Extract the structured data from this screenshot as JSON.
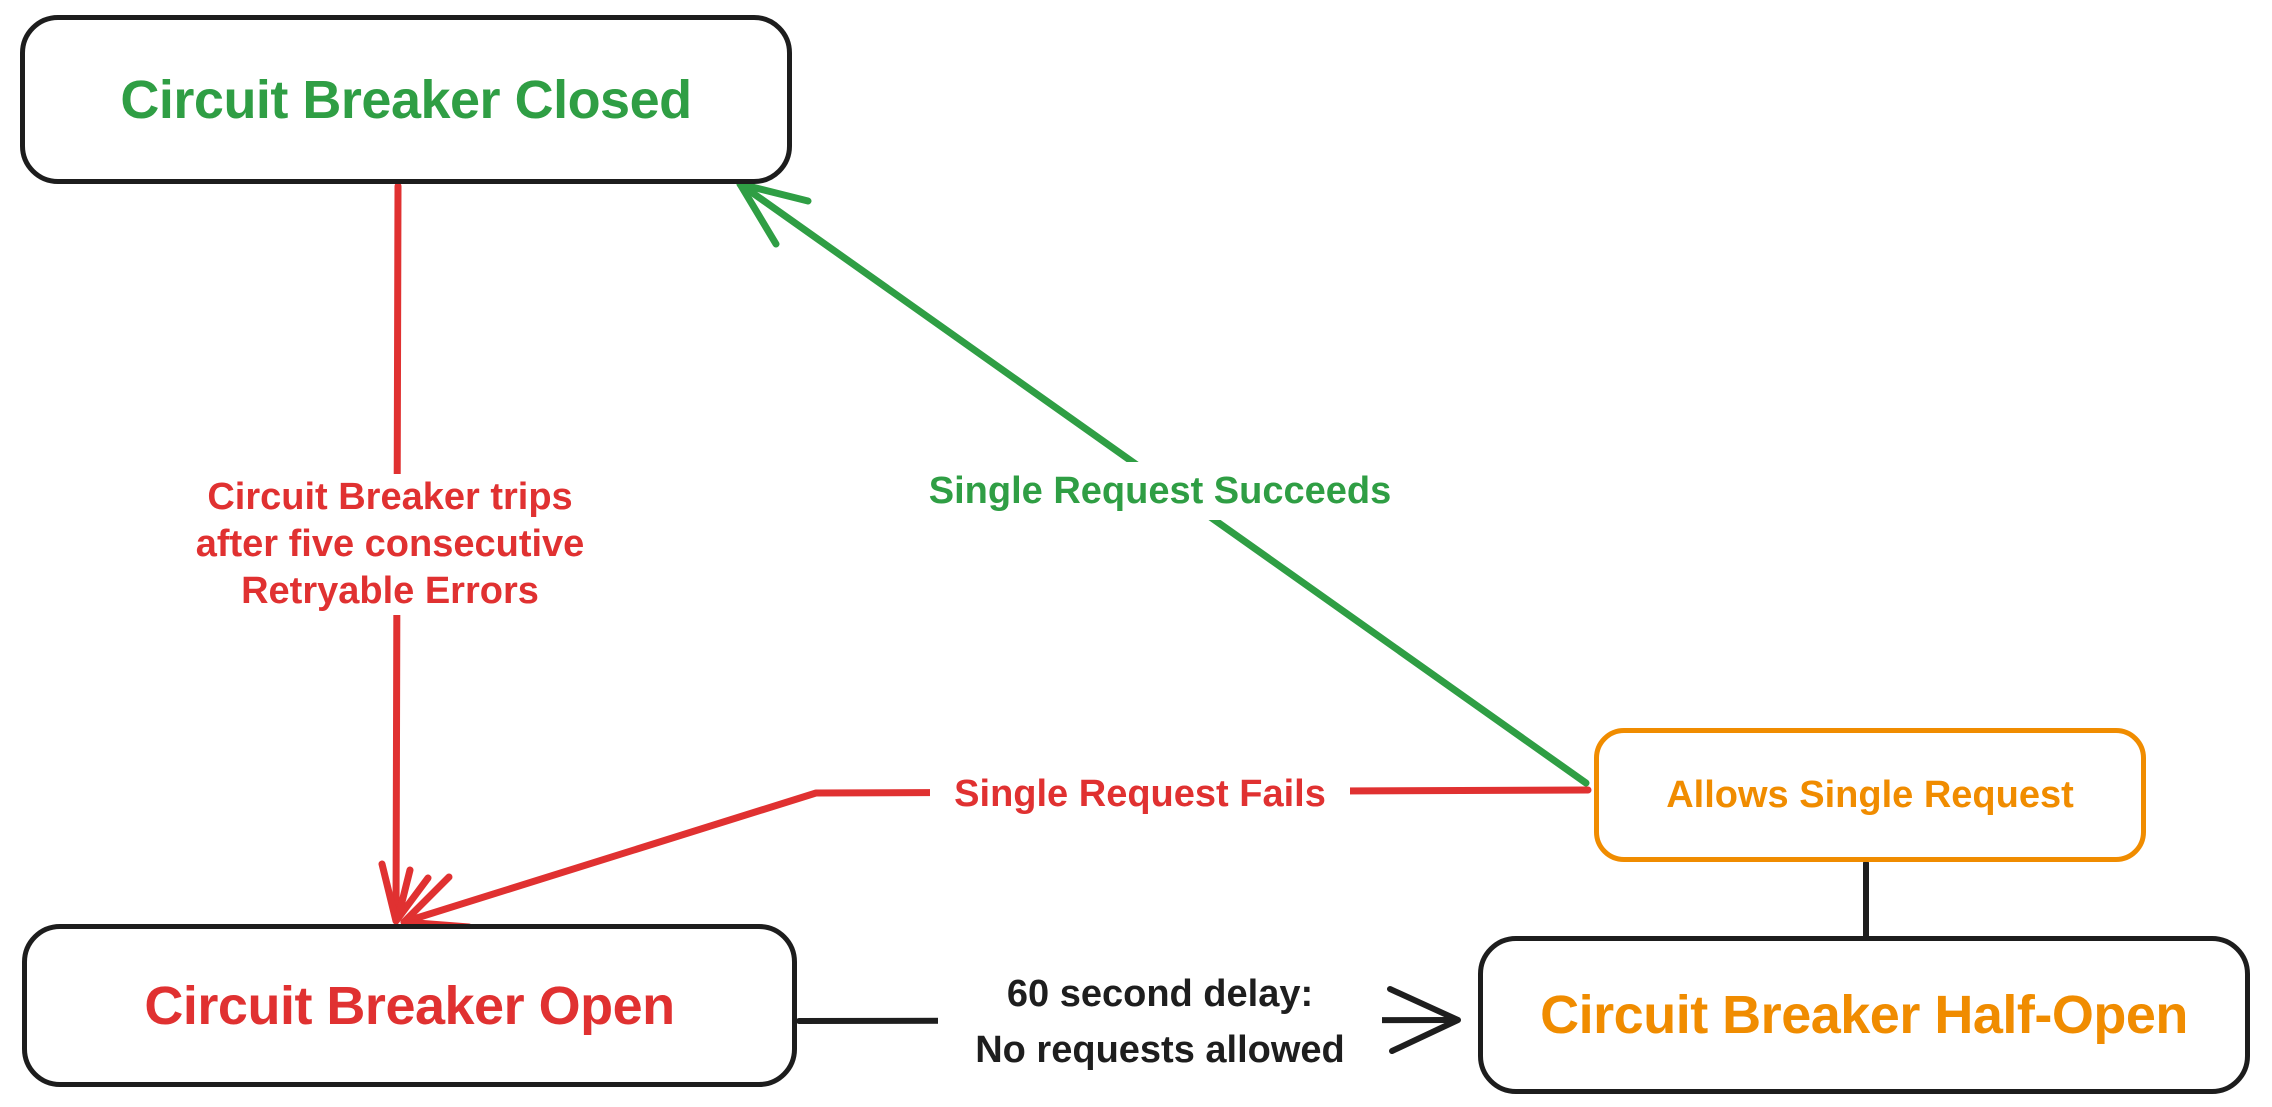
{
  "diagram": {
    "type": "state-diagram",
    "subject": "Circuit Breaker states",
    "colors": {
      "closed_state": "#2f9e44",
      "open_state": "#e03131",
      "half_open_state": "#f08c00",
      "stroke_black": "#1d1d1d",
      "background": "#ffffff"
    },
    "nodes": {
      "closed": {
        "label": "Circuit Breaker Closed"
      },
      "open": {
        "label": "Circuit Breaker Open"
      },
      "half_open": {
        "label": "Circuit Breaker Half-Open"
      },
      "allows": {
        "label": "Allows Single Request"
      }
    },
    "edges": {
      "trips": {
        "from": "closed",
        "to": "open",
        "lines": [
          "Circuit Breaker trips",
          "after five consecutive",
          "Retryable Errors"
        ]
      },
      "succeeds": {
        "from": "allows",
        "to": "closed",
        "label": "Single Request Succeeds"
      },
      "fails": {
        "from": "allows",
        "to": "open",
        "label": "Single Request Fails"
      },
      "delay": {
        "from": "open",
        "to": "half_open",
        "lines": [
          "60 second delay:",
          "No requests allowed"
        ]
      },
      "connector": {
        "from": "allows",
        "to": "half_open",
        "label": ""
      }
    }
  }
}
